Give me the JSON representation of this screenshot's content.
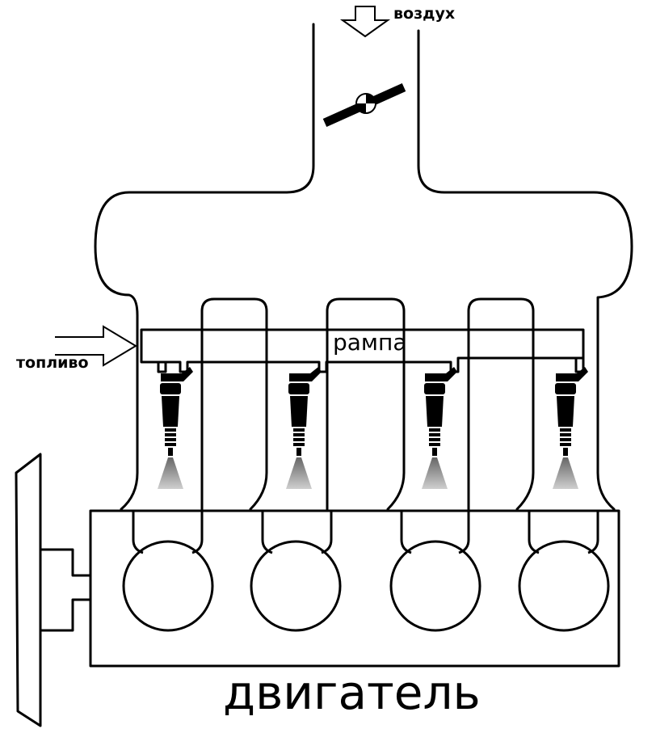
{
  "labels": {
    "air": "воздух",
    "fuel": "топливо",
    "rail": "рампа",
    "engine": "двигатель"
  },
  "diagram": {
    "cylinder_count": 4,
    "injector_count": 4
  },
  "colors": {
    "line": "#000000",
    "background": "#ffffff"
  }
}
